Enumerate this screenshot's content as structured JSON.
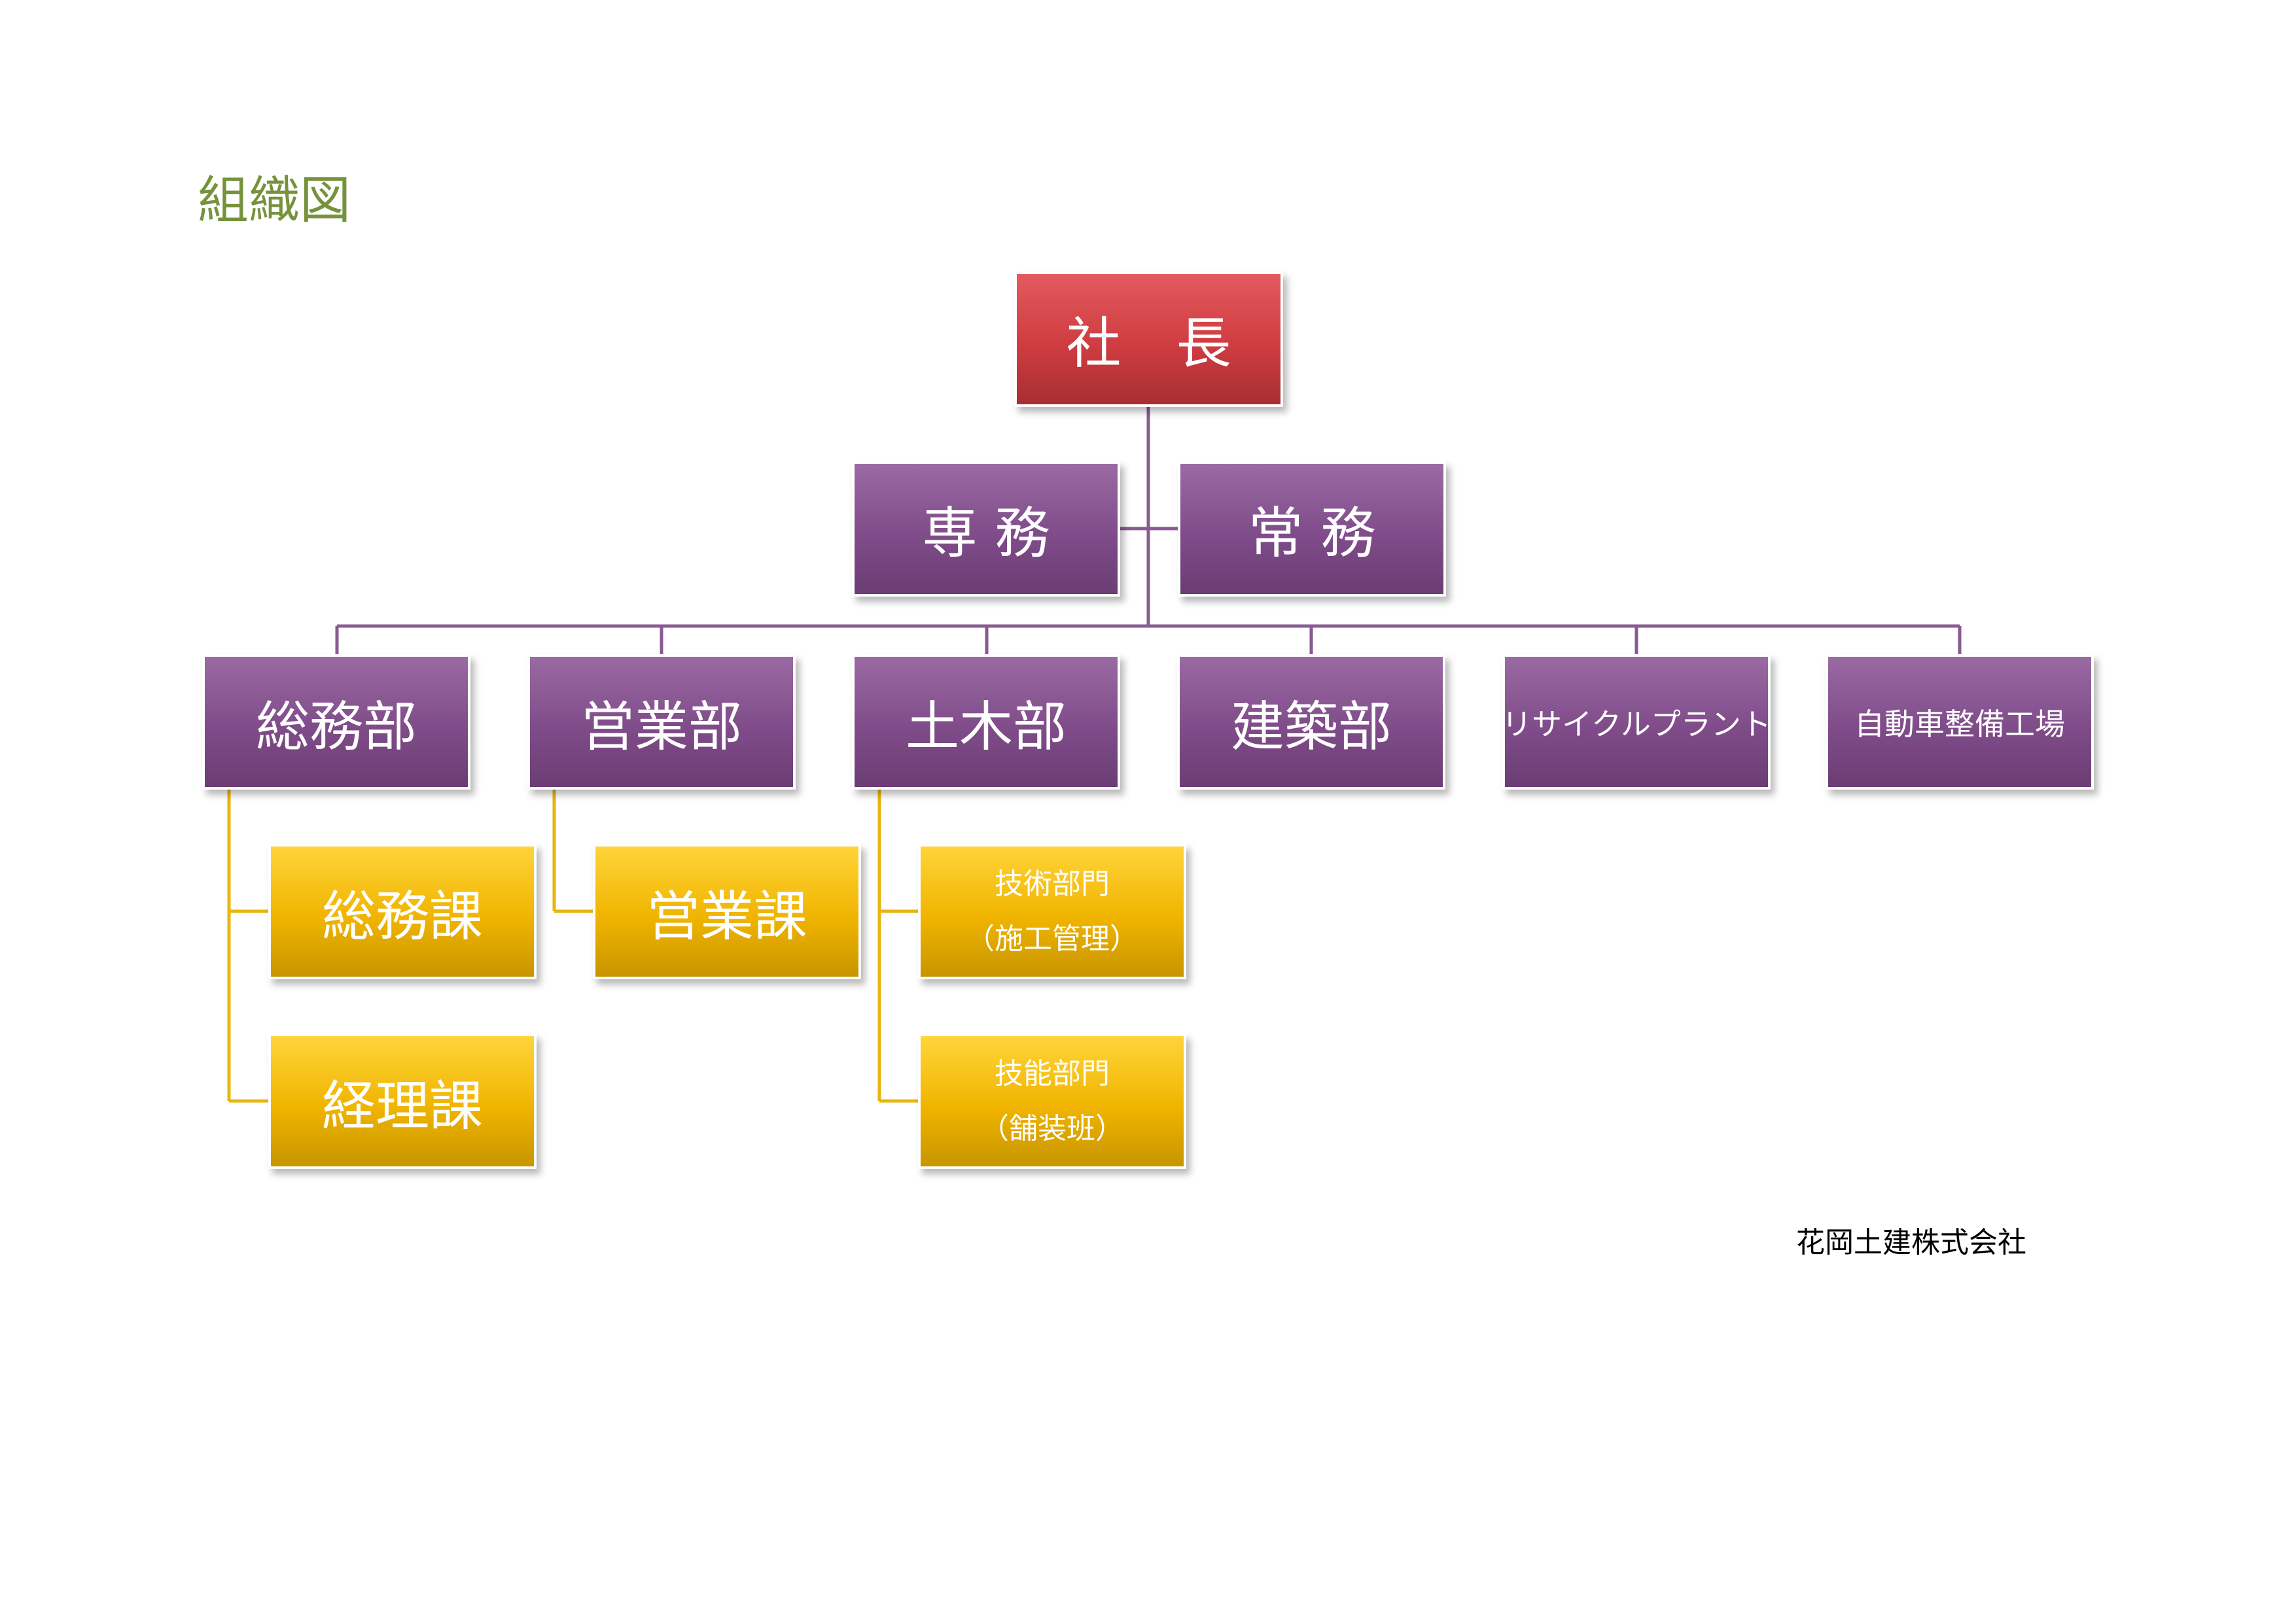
{
  "title": "組織図",
  "nodes": {
    "president": "社　長",
    "senmu": "専 務",
    "jomu": "常 務",
    "somubu": "総務部",
    "eigyobu": "営業部",
    "dobokubu": "土木部",
    "kenchikubu": "建築部",
    "recycle": "リサイクルプラント",
    "jidosha": "自動車整備工場",
    "somuka": "総務課",
    "keirika": "経理課",
    "eigyoka": "営業課",
    "gijutsu": {
      "line1": "技術部門",
      "line2": "（施工管理）"
    },
    "gino": {
      "line1": "技能部門",
      "line2": "（舗装班）"
    }
  },
  "footer": "花岡土建株式会社",
  "colors": {
    "title": "#76923c",
    "president": "#cf3c41",
    "executive_and_department": "#7f4c89",
    "section": "#f0b400",
    "connector_purple": "#8a5a93",
    "connector_gold": "#e8b60c"
  }
}
